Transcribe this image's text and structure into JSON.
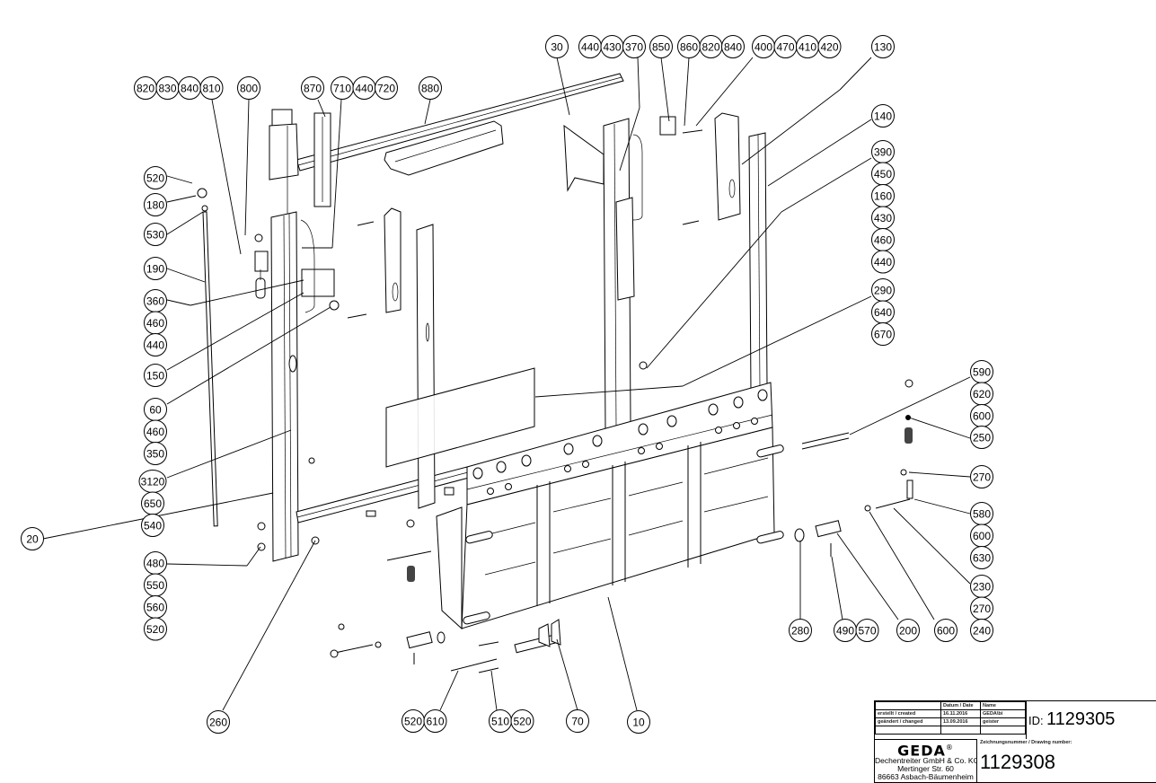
{
  "drawing": {
    "title": "Exploded parts drawing",
    "callouts": [
      {
        "id": "c-820a",
        "labels": [
          "820",
          "830",
          "840",
          "810"
        ]
      },
      {
        "id": "c-800",
        "labels": [
          "800"
        ]
      },
      {
        "id": "c-870",
        "labels": [
          "870"
        ]
      },
      {
        "id": "c-710",
        "labels": [
          "710",
          "440",
          "720"
        ]
      },
      {
        "id": "c-880",
        "labels": [
          "880"
        ]
      },
      {
        "id": "c-30",
        "labels": [
          "30"
        ]
      },
      {
        "id": "c-440",
        "labels": [
          "440",
          "430",
          "370"
        ]
      },
      {
        "id": "c-850",
        "labels": [
          "850"
        ]
      },
      {
        "id": "c-860",
        "labels": [
          "860",
          "820",
          "840"
        ]
      },
      {
        "id": "c-400",
        "labels": [
          "400",
          "470",
          "410",
          "420"
        ]
      },
      {
        "id": "c-130",
        "labels": [
          "130"
        ]
      },
      {
        "id": "c-140",
        "labels": [
          "140"
        ]
      },
      {
        "id": "c-390",
        "labels": [
          "390",
          "450",
          "160",
          "430",
          "460",
          "440"
        ]
      },
      {
        "id": "c-290",
        "labels": [
          "290",
          "640",
          "670"
        ]
      },
      {
        "id": "c-590",
        "labels": [
          "590",
          "620",
          "600"
        ]
      },
      {
        "id": "c-250",
        "labels": [
          "250"
        ]
      },
      {
        "id": "c-270",
        "labels": [
          "270"
        ]
      },
      {
        "id": "c-580",
        "labels": [
          "580",
          "600",
          "630"
        ]
      },
      {
        "id": "c-230",
        "labels": [
          "230",
          "270",
          "240"
        ]
      },
      {
        "id": "c-520a",
        "labels": [
          "520"
        ]
      },
      {
        "id": "c-180",
        "labels": [
          "180"
        ]
      },
      {
        "id": "c-530",
        "labels": [
          "530"
        ]
      },
      {
        "id": "c-190",
        "labels": [
          "190"
        ]
      },
      {
        "id": "c-360",
        "labels": [
          "360",
          "460",
          "440"
        ]
      },
      {
        "id": "c-150",
        "labels": [
          "150"
        ]
      },
      {
        "id": "c-60",
        "labels": [
          "60",
          "460",
          "350"
        ]
      },
      {
        "id": "c-3120",
        "labels": [
          "3120",
          "650",
          "540"
        ]
      },
      {
        "id": "c-20",
        "labels": [
          "20"
        ]
      },
      {
        "id": "c-480",
        "labels": [
          "480",
          "550",
          "560",
          "520"
        ]
      },
      {
        "id": "c-260",
        "labels": [
          "260"
        ]
      },
      {
        "id": "c-520b",
        "labels": [
          "520",
          "610"
        ]
      },
      {
        "id": "c-510",
        "labels": [
          "510",
          "520"
        ]
      },
      {
        "id": "c-70",
        "labels": [
          "70"
        ]
      },
      {
        "id": "c-10",
        "labels": [
          "10"
        ]
      },
      {
        "id": "c-280",
        "labels": [
          "280"
        ]
      },
      {
        "id": "c-490",
        "labels": [
          "490",
          "570"
        ]
      },
      {
        "id": "c-200",
        "labels": [
          "200"
        ]
      },
      {
        "id": "c-600",
        "labels": [
          "600"
        ]
      }
    ]
  },
  "title_block": {
    "header_date": "Datum / Date",
    "header_name": "Name",
    "created_label": "erstellt / created",
    "created_date": "16.11.2016",
    "created_name": "GEDA\\bi",
    "changed_label": "geändert / changed",
    "changed_date": "13.09.2016",
    "changed_name": "geister",
    "id_label": "ID:",
    "id_value": "1129305",
    "logo": "GEDA",
    "logo_reg": "®",
    "company": "Dechentreiter GmbH & Co. KG",
    "street": "Mertinger Str. 60",
    "city": "86663 Asbach-Bäumenheim",
    "drawing_number_label": "Zeichnungsnummer / Drawing number:",
    "drawing_number": "1129308"
  }
}
